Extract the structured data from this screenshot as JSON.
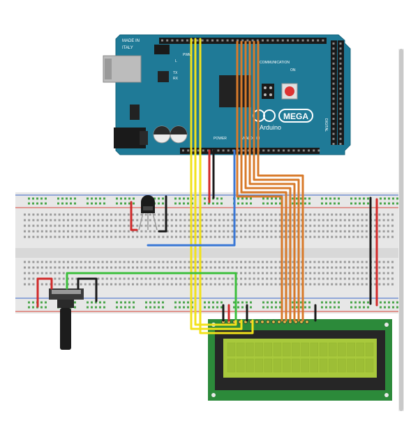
{
  "colors": {
    "board": "#1f7a97",
    "board_edge": "#17657e",
    "breadboard": "#e7e7e7",
    "rail_red": "#d9443a",
    "rail_blue": "#3b67c9",
    "hole": "#4aa54a",
    "lcd_pcb": "#2c8a3a",
    "lcd_screen": "#a8c93c",
    "wire_yellow": "#f2e21b",
    "wire_orange": "#d87a2a",
    "wire_green": "#3cbf3c",
    "wire_blue": "#3a78d6",
    "wire_red": "#d12a2a",
    "wire_black": "#1a1a1a"
  },
  "arduino": {
    "made_in_line1": "MADE IN",
    "made_in_line2": "ITALY",
    "logo_text": "MEGA",
    "brand_text": "Arduino",
    "communication_label": "COMMUNICATION",
    "power_label": "POWER",
    "analog_label": "ANALOG IN",
    "digital_label": "DIGITAL",
    "pwm_label": "PWM",
    "led_l": "L",
    "led_tx": "TX",
    "led_rx": "RX",
    "on_label": "ON"
  },
  "components": {
    "usb_port": "usb-port",
    "power_jack": "dc-barrel-jack",
    "temp_sensor": "temperature-sensor",
    "potentiometer": "potentiometer",
    "lcd": "16x2-lcd"
  }
}
